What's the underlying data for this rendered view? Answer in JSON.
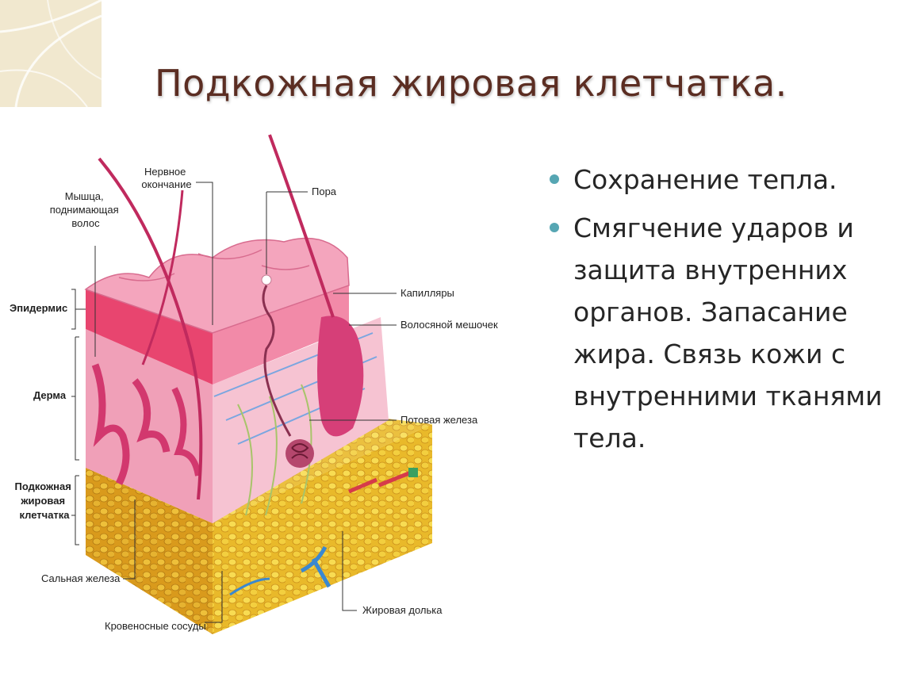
{
  "title": "Подкожная жировая клетчатка.",
  "bullets": [
    "Сохранение тепла.",
    "Смягчение ударов и защита внутренних органов. Запасание жира. Связь кожи с внутренними тканями тела."
  ],
  "labels": {
    "nerve_ending": [
      "Нервное",
      "окончание"
    ],
    "muscle": [
      "Мышца,",
      "поднимающая",
      "волос"
    ],
    "pore": "Пора",
    "epidermis": "Эпидермис",
    "capillaries": "Капилляры",
    "hair_follicle": "Волосяной мешочек",
    "dermis": "Дерма",
    "sweat_gland": "Потовая железа",
    "hypodermis": [
      "Подкожная",
      "жировая",
      "клетчатка"
    ],
    "sebaceous_gland": "Сальная железа",
    "fat_lobule": "Жировая долька",
    "blood_vessels": "Кровеносные сосуды"
  },
  "colors": {
    "title": "#5b2d22",
    "bullet": "#56a6b3",
    "text": "#262626"
  }
}
